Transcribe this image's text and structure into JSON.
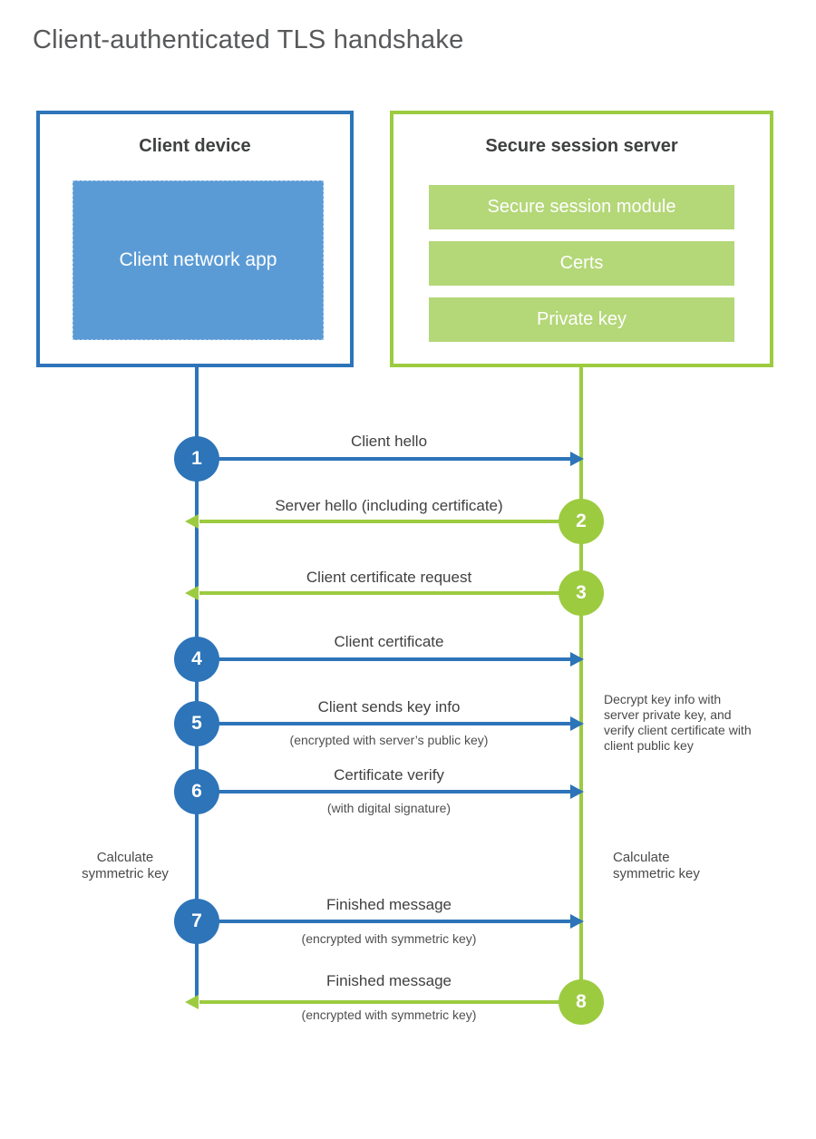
{
  "title": "Client-authenticated TLS handshake",
  "colors": {
    "blue": "#2d74b9",
    "blue_fill": "#5b9bd5",
    "green": "#9ccb40",
    "green_fill": "#b4d778",
    "text_dark": "#414042",
    "title_gray": "#58595b"
  },
  "client_box": {
    "heading": "Client device",
    "app_label": "Client network app"
  },
  "server_box": {
    "heading": "Secure session server",
    "modules": [
      {
        "label": "Secure session module"
      },
      {
        "label": "Certs"
      },
      {
        "label": "Private key"
      }
    ]
  },
  "steps": [
    {
      "num": "1",
      "label": "Client hello",
      "sublabel": "",
      "direction": "right",
      "color": "blue"
    },
    {
      "num": "2",
      "label": "Server hello (including certificate)",
      "sublabel": "",
      "direction": "left",
      "color": "green"
    },
    {
      "num": "3",
      "label": "Client certificate request",
      "sublabel": "",
      "direction": "left",
      "color": "green"
    },
    {
      "num": "4",
      "label": "Client certificate",
      "sublabel": "",
      "direction": "right",
      "color": "blue"
    },
    {
      "num": "5",
      "label": "Client sends key info",
      "sublabel": "(encrypted with server’s public key)",
      "direction": "right",
      "color": "blue"
    },
    {
      "num": "6",
      "label": "Certificate verify",
      "sublabel": "(with digital signature)",
      "direction": "right",
      "color": "blue"
    },
    {
      "num": "7",
      "label": "Finished message",
      "sublabel": "(encrypted with symmetric key)",
      "direction": "right",
      "color": "blue"
    },
    {
      "num": "8",
      "label": "Finished message",
      "sublabel": "(encrypted with symmetric key)",
      "direction": "left",
      "color": "green"
    }
  ],
  "annotations": {
    "decrypt_note": "Decrypt key info with server private key, and verify client certificate with client public key",
    "calc_left": "Calculate symmetric key",
    "calc_right": "Calculate symmetric key"
  }
}
